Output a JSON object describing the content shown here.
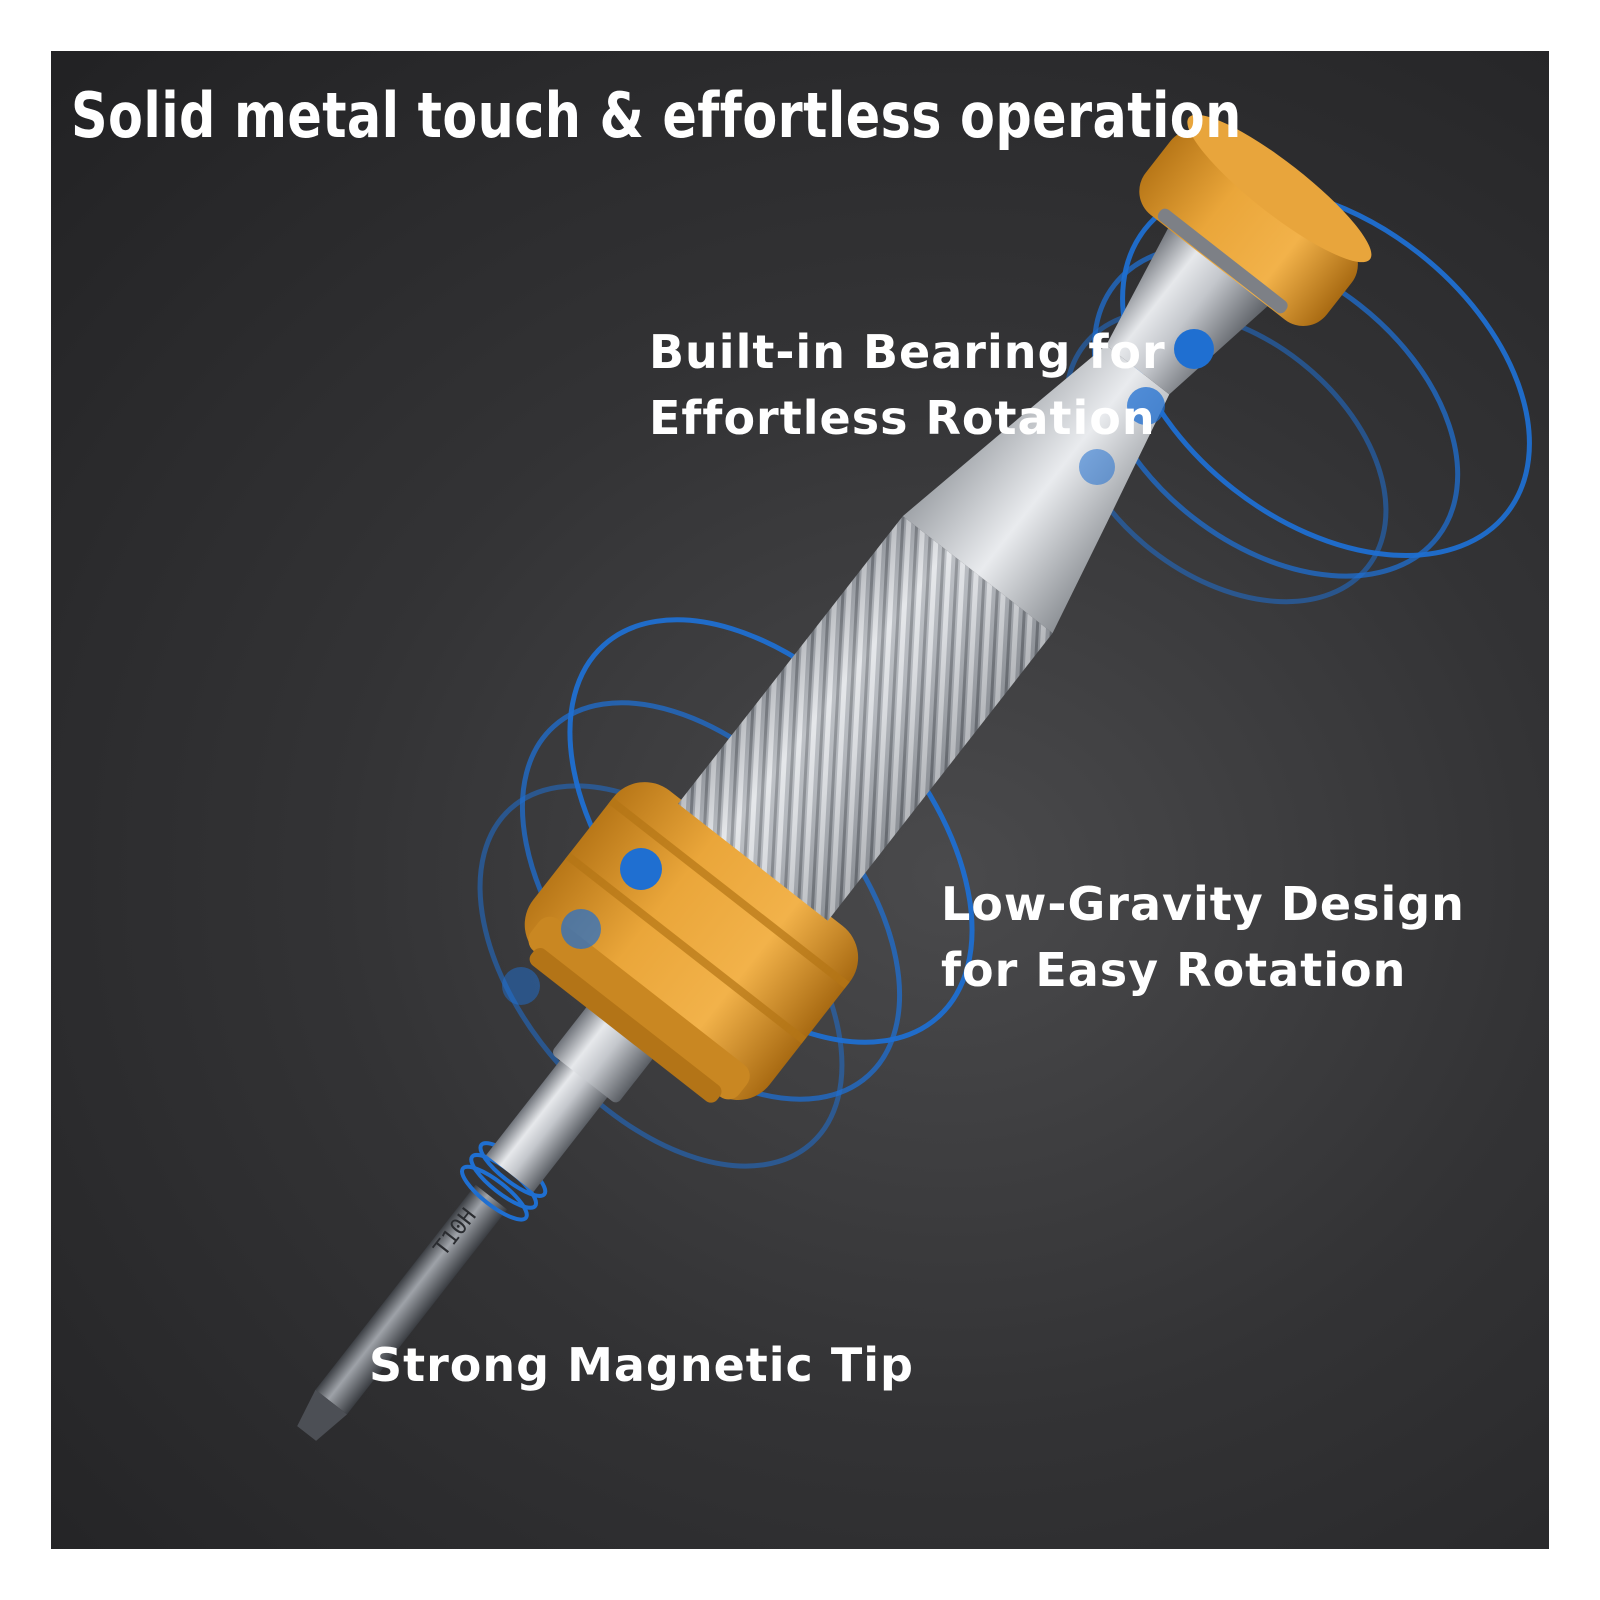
{
  "headline": "Solid metal touch & effortless operation",
  "callouts": {
    "bearing": {
      "line1": "Built-in Bearing for",
      "line2": "Effortless Rotation"
    },
    "gravity": {
      "line1": "Low-Gravity Design",
      "line2": "for Easy Rotation"
    },
    "magnetic": {
      "line1": "Strong Magnetic Tip"
    }
  },
  "bit_label": "T10H",
  "colors": {
    "background": "#2b2b2d",
    "accent_blue": "#1f6fd1",
    "gold": "#d99a30",
    "steel": "#b9bcc2",
    "text": "#ffffff"
  }
}
